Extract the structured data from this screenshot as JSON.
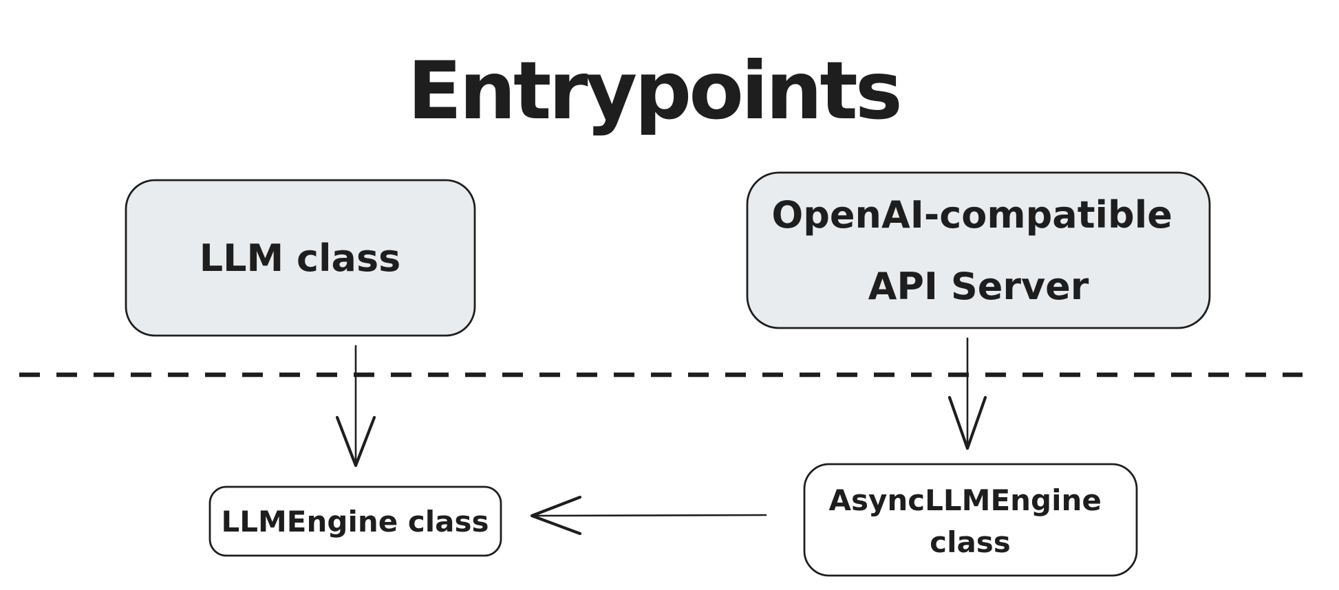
{
  "title": "Entrypoints",
  "nodes": {
    "llm": {
      "label": "LLM class",
      "fill": "gray"
    },
    "api_server": {
      "lines": [
        "OpenAI-compatible",
        "API Server"
      ],
      "fill": "gray"
    },
    "llm_engine": {
      "label": "LLMEngine class",
      "fill": "white"
    },
    "async_llm_engine": {
      "lines": [
        "AsyncLLMEngine",
        "class"
      ],
      "fill": "white"
    }
  },
  "edges": [
    {
      "from": "llm",
      "to": "llm_engine",
      "style": "arrow-down"
    },
    {
      "from": "api_server",
      "to": "async_llm_engine",
      "style": "arrow-down"
    },
    {
      "from": "async_llm_engine",
      "to": "llm_engine",
      "style": "arrow-left"
    }
  ],
  "divider": {
    "style": "dashed-horizontal-line"
  },
  "colors": {
    "stroke": "#1e1e1e",
    "fill-gray": "#e9ecef",
    "fill-white": "#ffffff",
    "background": "#ffffff"
  }
}
